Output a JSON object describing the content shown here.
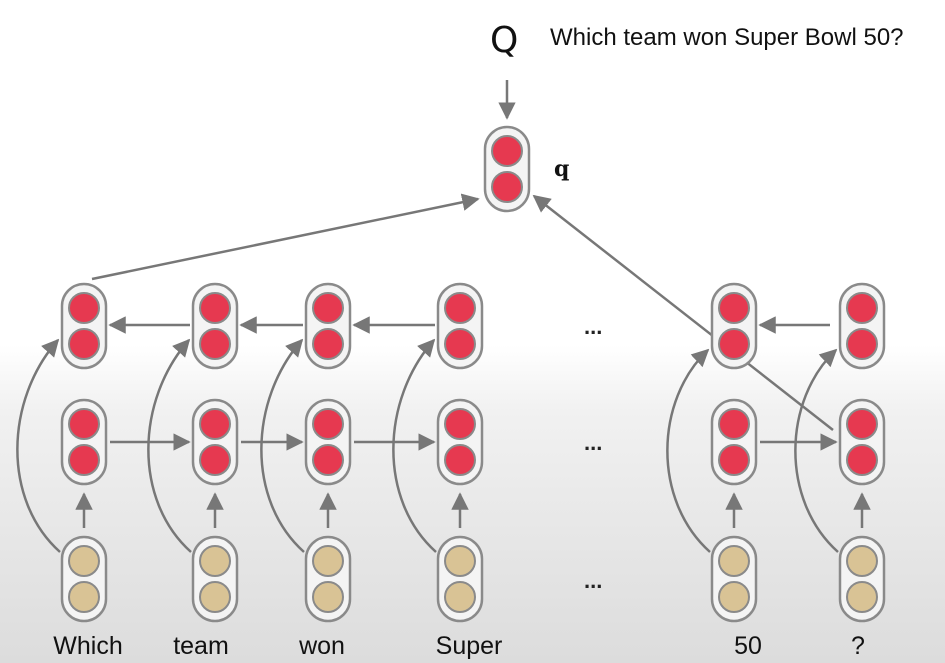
{
  "question": {
    "letter": "Q",
    "text": "Which team won Super Bowl 50?"
  },
  "question_vector_label": "q",
  "tokens": [
    "Which",
    "team",
    "won",
    "Super",
    "50",
    "?"
  ],
  "ellipsis": "...",
  "colors": {
    "hidden_unit": "#e63950",
    "embedding_unit": "#d9c395",
    "cell_border": "#8a8a8a",
    "arrow": "#777777"
  },
  "icons": [
    "rnn-cell-icon",
    "arrow-icon"
  ]
}
